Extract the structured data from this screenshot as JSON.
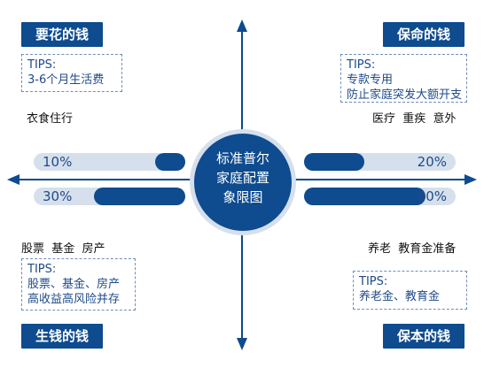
{
  "colors": {
    "primary": "#0e4b8f",
    "track": "#d6e0ec",
    "tipsBorder": "#6f8fb8",
    "tipsText": "#1f4a8a"
  },
  "center": {
    "lines": [
      "标准普尔",
      "家庭配置",
      "象限图"
    ]
  },
  "quadrants": {
    "top_left": {
      "title": "要花的钱",
      "tips": [
        "TIPS:",
        "3-6个月生活费"
      ],
      "label": "衣食住行",
      "percent": "10%",
      "value": 10
    },
    "top_right": {
      "title": "保命的钱",
      "tips": [
        "TIPS:",
        "专款专用",
        "防止家庭突发大额开支"
      ],
      "label": "医疗  重疾  意外",
      "percent": "20%",
      "value": 20
    },
    "bottom_left": {
      "title": "生钱的钱",
      "tips": [
        "TIPS:",
        "股票、基金、房产",
        "高收益高风险并存"
      ],
      "label": "股票  基金  房产",
      "percent": "30%",
      "value": 30
    },
    "bottom_right": {
      "title": "保本的钱",
      "tips": [
        "TIPS:",
        "养老金、教育金"
      ],
      "label": "养老  教育金准备",
      "percent": "40%",
      "value": 40
    }
  }
}
